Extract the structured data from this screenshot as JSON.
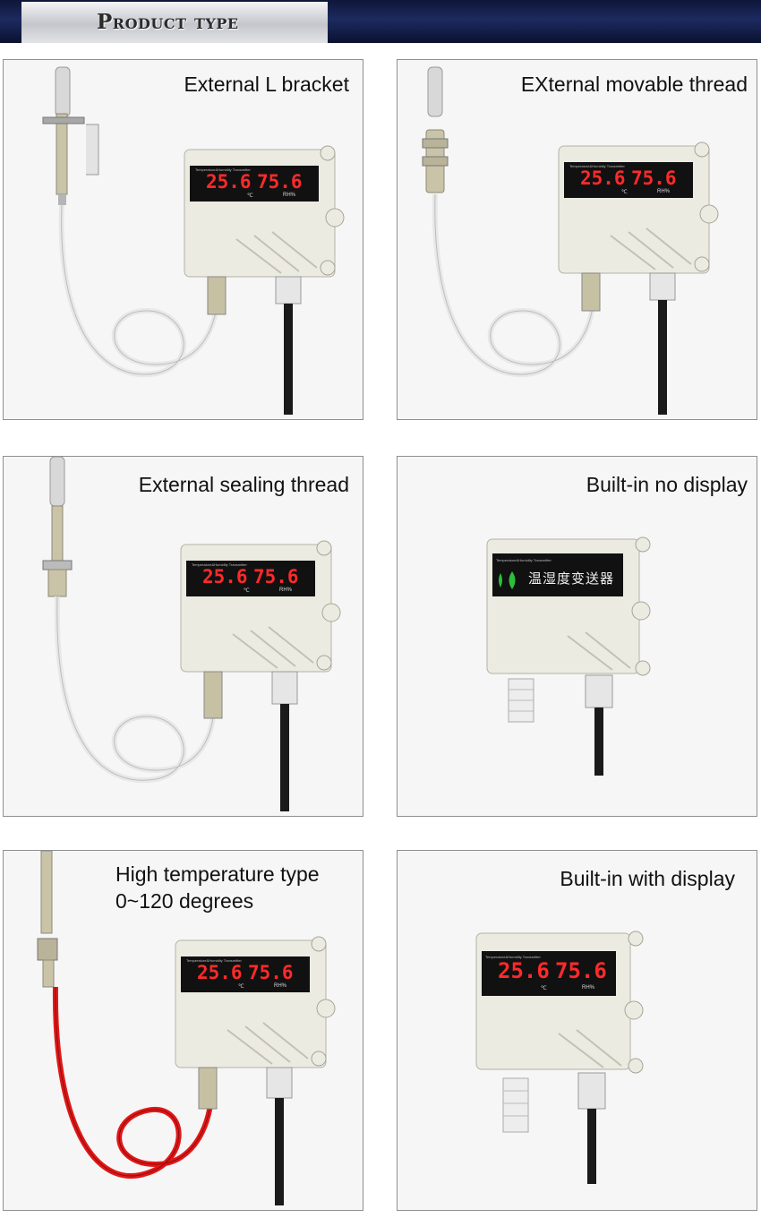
{
  "header": {
    "title": "Product type"
  },
  "cards": [
    {
      "label": "External L bracket",
      "display": {
        "temp": "25.6",
        "humidity": "75.6",
        "unit_temp": "℃",
        "unit_hum": "RH%"
      }
    },
    {
      "label": "EXternal movable thread",
      "display": {
        "temp": "25.6",
        "humidity": "75.6",
        "unit_temp": "℃",
        "unit_hum": "RH%"
      }
    },
    {
      "label": "External sealing thread",
      "display": {
        "temp": "25.6",
        "humidity": "75.6",
        "unit_temp": "℃",
        "unit_hum": "RH%"
      }
    },
    {
      "label": "Built-in no display",
      "nameplate": "温湿度变送器"
    },
    {
      "label_lines": [
        "High temperature type",
        "0~120 degrees"
      ],
      "display": {
        "temp": "25.6",
        "humidity": "75.6",
        "unit_temp": "℃",
        "unit_hum": "RH%"
      }
    },
    {
      "label": "Built-in with display",
      "display": {
        "temp": "25.6",
        "humidity": "75.6",
        "unit_temp": "℃",
        "unit_hum": "RH%"
      }
    }
  ],
  "colors": {
    "header_bg": "#1c2a60",
    "card_border": "#8f8f8f",
    "display_red": "#ff2a2a",
    "cable_white": "#f2f2f2",
    "cable_red": "#e01818",
    "enclosure": "#ecebe1"
  }
}
